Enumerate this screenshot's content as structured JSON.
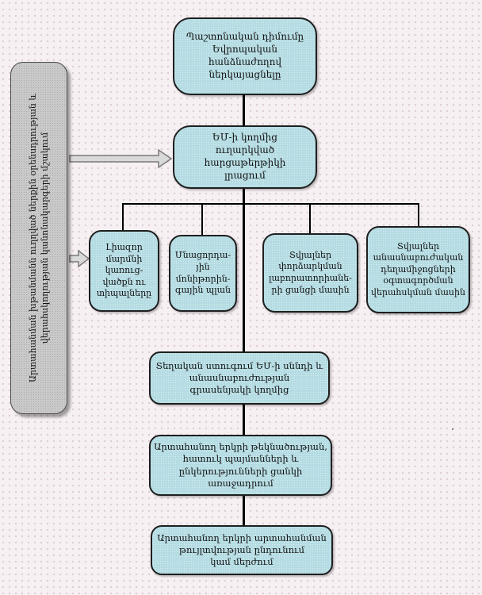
{
  "diagram": {
    "type": "flowchart",
    "language": "Armenian",
    "colors": {
      "node_fill": "#b5dce3",
      "node_border": "#1f1f1f",
      "side_box_fill": "#c9c9c9",
      "background": "#f7f0f3",
      "background_dots": "#dccdd6",
      "connector": "#000000",
      "arrow_fill": "#d9d9d9",
      "arrow_stroke": "#7a7a7a"
    },
    "nodes": {
      "top": {
        "text": "Պաշտոնական դիմումը\nԵվրոպական\nհանձնաժողով\nներկայացնելը"
      },
      "questionnaire": {
        "text": "ԵՄ-ի կողմից\nուղարկված հարցաթերթիկի\nլրացում"
      },
      "side": {
        "text": "Արտահանման խթանմանն ուղղված ներքին օրենսդրության և\nվերահսկողության կանոնակարգերի մշակում"
      },
      "row": [
        {
          "text": "Լիազոր\nմարմնի\nկառուց-\nվածքն ու\nտիպալները"
        },
        {
          "text": "Մնացորդա-\nյին\nմոնիթորին-\nգային պլան"
        },
        {
          "text": "Տվյալներ\nփորձարկման\nլաբորատորիանե-\nրի ցանցի մասին"
        },
        {
          "text": "Տվյալներ\nանասնաբուժական\nդեղամիջոցների\nօգտագործման\nվերահսկման մասին"
        }
      ],
      "inspection": {
        "text": "Տեղական ստուգում ԵՄ-ի սննդի և\nանասնաբուժության\nգրասենյակի կողմից"
      },
      "nomination": {
        "text": "Արտահանող երկրի թեկնածության,\nհատուկ պայմանների և\nընկերությունների ցանկի առաջադրում"
      },
      "decision": {
        "text": "Արտահանող երկրի արտահանման\nթույլտվության ընդունում\nկամ մերժում"
      }
    }
  }
}
